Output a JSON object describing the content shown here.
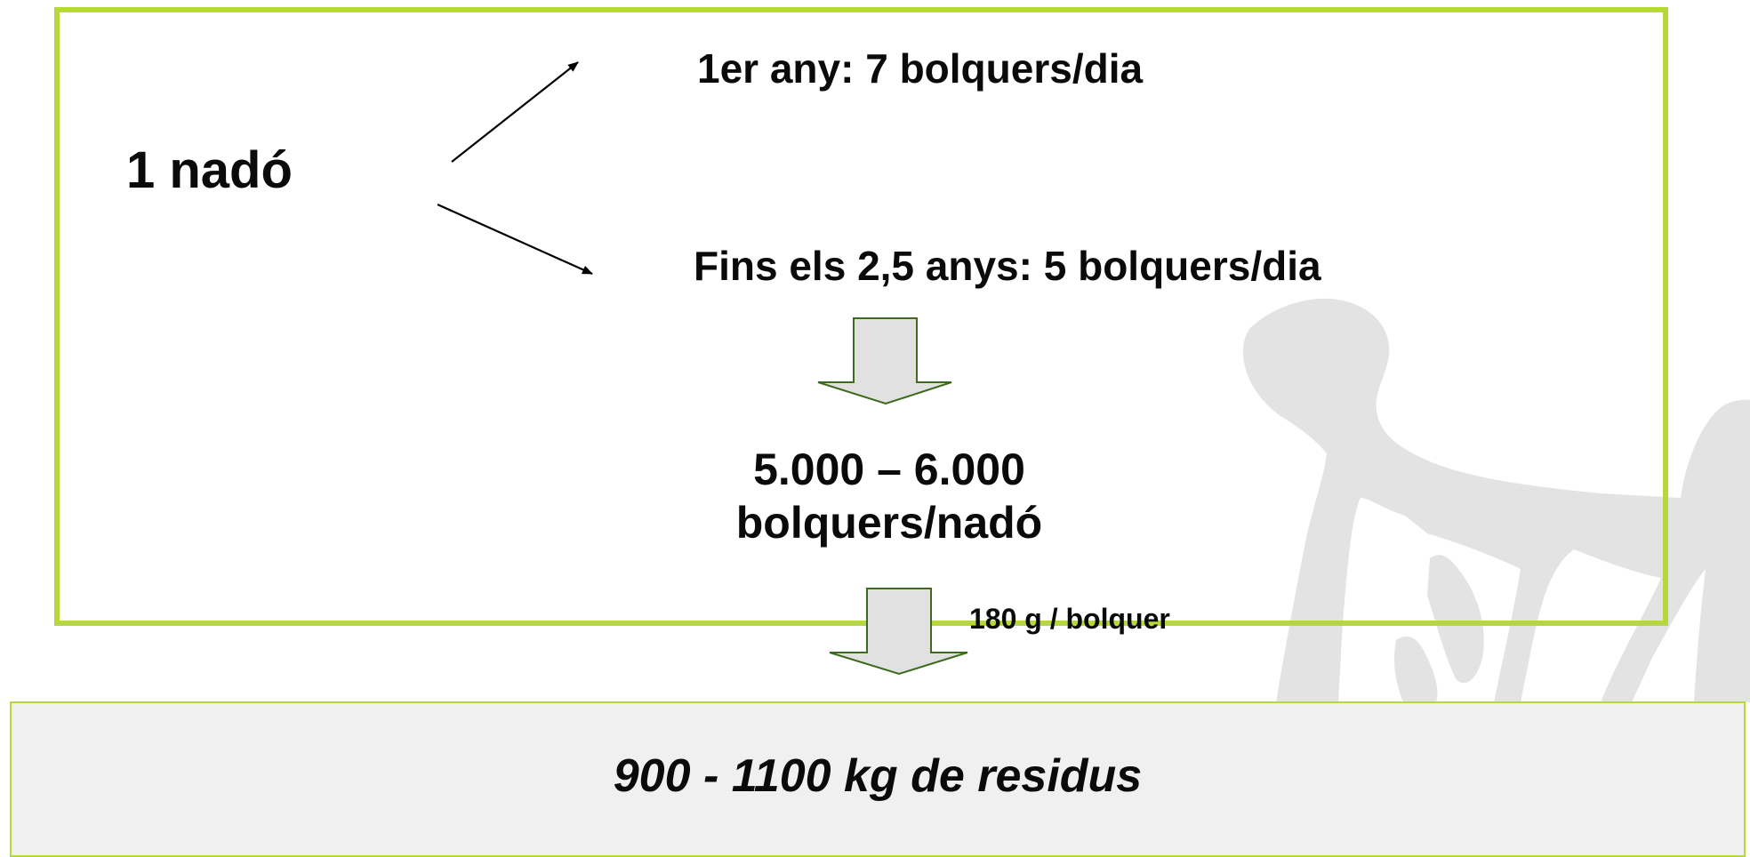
{
  "diagram": {
    "source": "1 nadó",
    "branch_first_year": "1er any: 7 bolquers/dia",
    "branch_until": "Fins els 2,5 anys: 5 bolquers/dia",
    "total_line1": "5.000 – 6.000",
    "total_line2": "bolquers/nadó",
    "weight_label": "180 g / bolquer",
    "result": "900 - 1100 kg de residus"
  },
  "colors": {
    "frame": "#b7d83a",
    "arrow_fill": "#e1e1e1",
    "arrow_stroke": "#3d6b1e",
    "watermark": "#e3e3e3",
    "result_bg": "#f0f0f0"
  },
  "icons": {
    "background": "baby-silhouette-watermark",
    "block_arrows": "down-arrow-icon",
    "branch_arrows": "diagonal-arrow-icon"
  }
}
